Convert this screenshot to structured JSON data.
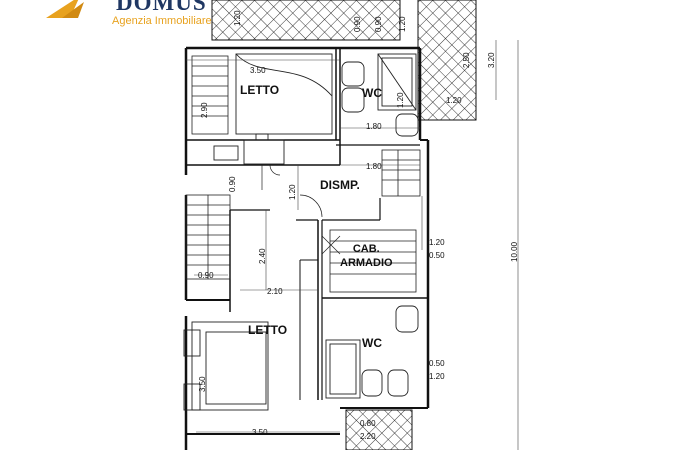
{
  "brand": {
    "name": "DOMUS",
    "subtitle": "Agenzia Immobiliare",
    "navy": "#1f3763",
    "gold": "#e8a21f"
  },
  "rooms": {
    "bedroom_top": "LETTO",
    "bathroom_top": "WC",
    "hallway": "DISMP.",
    "wardrobe_line1": "CAB.",
    "wardrobe_line2": "ARMADIO",
    "bedroom_bottom": "LETTO",
    "bathroom_bottom": "WC"
  },
  "dimensions": {
    "bed_top_width": "3.50",
    "wc_top_width": "1.80",
    "disimpegno_width": "1.80",
    "terrace_top_1": "1.20",
    "terrace_depth": "2.50",
    "terrace_height": "3.20",
    "terrace_width": "1.20",
    "wc_top_depth": "1.20",
    "hall_1": "1.20",
    "stair_1": "0.90",
    "stair_width": "0.90",
    "wardrobe_depth": "2.40",
    "wardrobe_width": "2.10",
    "wardrobe_label_1": "1.20",
    "wardrobe_label_2": "0.50",
    "overall_height": "10.00",
    "wc_bottom_1": "0.50",
    "wc_bottom_2": "1.20",
    "bed_bottom_width": "3.50",
    "bed_bottom_depth": "3.50",
    "balcony_1": "0.80",
    "balcony_2": "2.20",
    "shower_1": "0.90",
    "shower_2": "1.20",
    "small_1": "2.90",
    "bath_top_1": "0.90"
  }
}
